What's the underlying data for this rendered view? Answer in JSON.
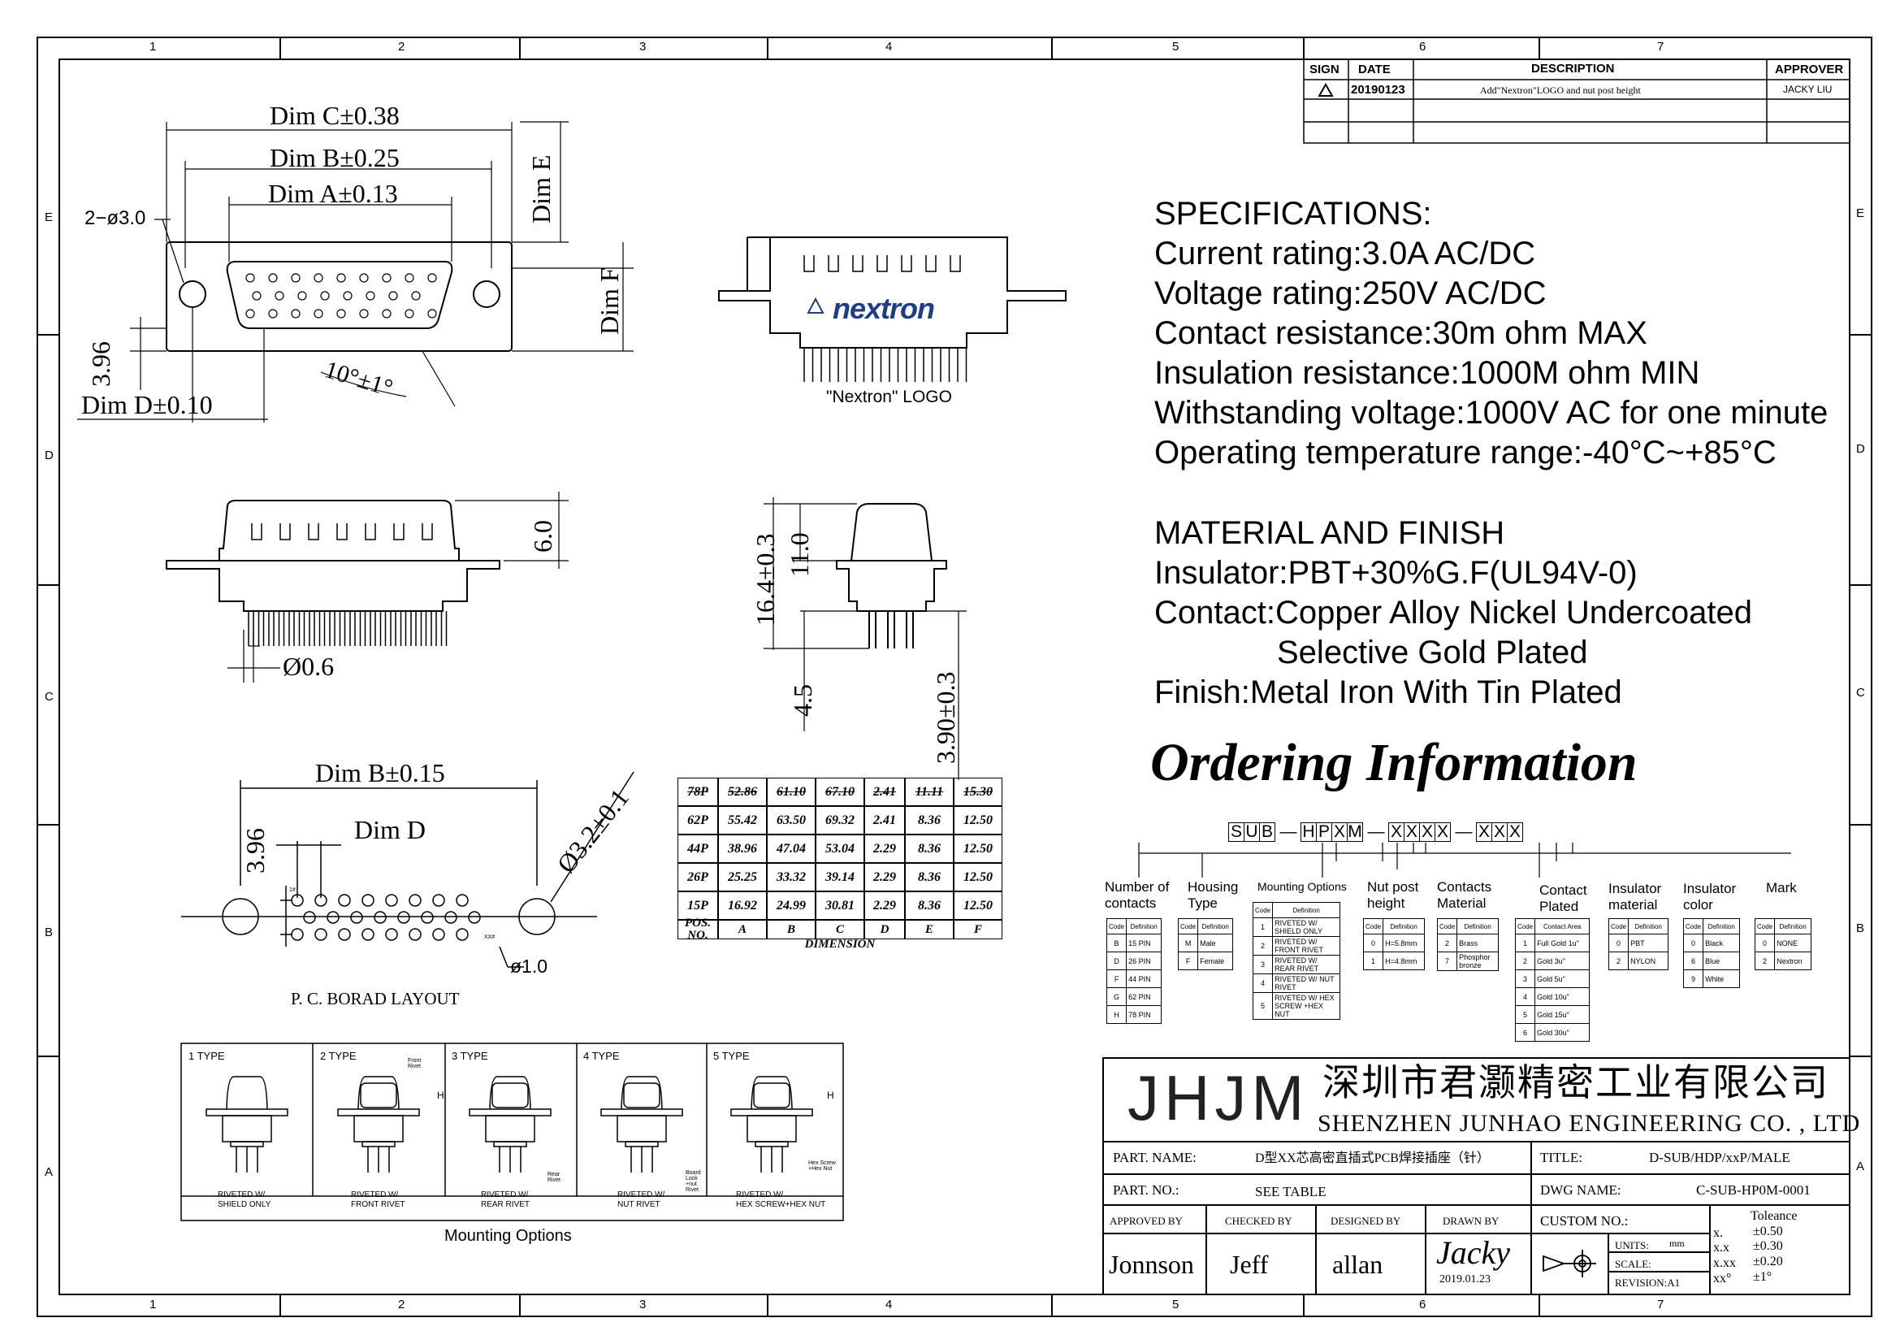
{
  "border": {
    "columns": [
      "1",
      "2",
      "3",
      "4",
      "5",
      "6",
      "7"
    ],
    "rows": [
      "E",
      "D",
      "C",
      "B",
      "A"
    ]
  },
  "revision_table": {
    "headers": [
      "SIGN",
      "DATE",
      "DESCRIPTION",
      "APPROVER"
    ],
    "row": {
      "date": "20190123",
      "description": "Add\"Nextron\"LOGO and nut post height",
      "approver": "JACKY LIU"
    }
  },
  "dims_top": {
    "dim_c": "Dim C±0.38",
    "dim_b": "Dim B±0.25",
    "dim_a": "Dim A±0.13",
    "hole": "2−ø3.0",
    "dim_e": "Dim E",
    "dim_f": "Dim F",
    "h396": "3.96",
    "dim_d": "Dim D±0.10",
    "angle": "10°±1°"
  },
  "logo_view": {
    "brand": "nextron",
    "caption": "\"Nextron\" LOGO"
  },
  "side_view": {
    "h60": "6.0",
    "pin": "Ø0.6"
  },
  "end_view": {
    "h164": "16.4±0.3",
    "h110": "11.0",
    "h45": "4.5",
    "h390": "3.90±0.3"
  },
  "pcb": {
    "dim_b": "Dim B±0.15",
    "dim_d": "Dim D",
    "h396": "3.96",
    "hole": "Ø3.2±0.1",
    "pin": "ø1.0",
    "caption": "P. C. BORAD LAYOUT",
    "l1": "1#",
    "l2": "XX#"
  },
  "dimension_table": {
    "headers": [
      "POS. NO.",
      "A",
      "B",
      "C",
      "D",
      "E",
      "F"
    ],
    "footer": "DIMENSION",
    "rows": [
      [
        "78P",
        "52.86",
        "61.10",
        "67.10",
        "2.41",
        "11.11",
        "15.30"
      ],
      [
        "62P",
        "55.42",
        "63.50",
        "69.32",
        "2.41",
        "8.36",
        "12.50"
      ],
      [
        "44P",
        "38.96",
        "47.04",
        "53.04",
        "2.29",
        "8.36",
        "12.50"
      ],
      [
        "26P",
        "25.25",
        "33.32",
        "39.14",
        "2.29",
        "8.36",
        "12.50"
      ],
      [
        "15P",
        "16.92",
        "24.99",
        "30.81",
        "2.29",
        "8.36",
        "12.50"
      ]
    ]
  },
  "specifications": {
    "title": "SPECIFICATIONS:",
    "lines": [
      "Current rating:3.0A AC/DC",
      "Voltage rating:250V AC/DC",
      "Contact resistance:30m ohm MAX",
      "Insulation resistance:1000M ohm MIN",
      "Withstanding voltage:1000V AC for one minute",
      "Operating temperature range:-40°C~+85°C"
    ]
  },
  "material": {
    "title": "MATERIAL AND FINISH",
    "lines": [
      "Insulator:PBT+30%G.F(UL94V-0)",
      "Contact:Copper Alloy Nickel Undercoated",
      "Selective Gold Plated",
      "Finish:Metal Iron With Tin Plated"
    ]
  },
  "ordering": {
    "title": "Ordering Information",
    "code": {
      "p1": [
        "S",
        "U",
        "B"
      ],
      "p2": [
        "H",
        "P",
        "X",
        "M"
      ],
      "p3": [
        "X",
        "X",
        "X",
        "X"
      ],
      "p4": [
        "X",
        "X",
        "X"
      ],
      "dash": "—"
    },
    "labels": {
      "contacts": "Number of contacts",
      "housing": "Housing Type",
      "mounting": "Mounting Options",
      "nut": "Nut post height",
      "cmat": "Contacts Material",
      "cplated": "Contact Plated",
      "imat": "Insulator material",
      "icolor": "Insulator color",
      "mark": "Mark"
    },
    "t_contacts": {
      "h": [
        "Code",
        "Definition"
      ],
      "rows": [
        [
          "B",
          "15 PIN"
        ],
        [
          "D",
          "26 PIN"
        ],
        [
          "F",
          "44 PIN"
        ],
        [
          "G",
          "62 PIN"
        ],
        [
          "H",
          "78 PIN"
        ]
      ]
    },
    "t_housing": {
      "h": [
        "Code",
        "Definition"
      ],
      "rows": [
        [
          "M",
          "Male"
        ],
        [
          "F",
          "Female"
        ]
      ]
    },
    "t_mount": {
      "h": [
        "Code",
        "Definition"
      ],
      "rows": [
        [
          "1",
          "RIVETED W/ SHIELD ONLY"
        ],
        [
          "2",
          "RIVETED W/ FRONT RIVET"
        ],
        [
          "3",
          "RIVETED W/ REAR RIVET"
        ],
        [
          "4",
          "RIVETED W/ NUT RIVET"
        ],
        [
          "5",
          "RIVETED W/ HEX SCREW +HEX NUT"
        ]
      ]
    },
    "t_nut": {
      "h": [
        "Code",
        "Definition"
      ],
      "rows": [
        [
          "0",
          "H=5.8mm"
        ],
        [
          "1",
          "H=4.8mm"
        ]
      ]
    },
    "t_cmat": {
      "h": [
        "Code",
        "Definition"
      ],
      "rows": [
        [
          "2",
          "Brass"
        ],
        [
          "7",
          "Phosphor bronze"
        ]
      ]
    },
    "t_cplated": {
      "h": [
        "Code",
        "Contact Area"
      ],
      "rows": [
        [
          "1",
          "Full Gold 1u\""
        ],
        [
          "2",
          "Gold 3u\""
        ],
        [
          "3",
          "Gold 5u\""
        ],
        [
          "4",
          "Gold 10u\""
        ],
        [
          "5",
          "Gold 15u\""
        ],
        [
          "6",
          "Gold 30u\""
        ]
      ]
    },
    "t_imat": {
      "h": [
        "Code",
        "Definition"
      ],
      "rows": [
        [
          "0",
          "PBT"
        ],
        [
          "2",
          "NYLON"
        ]
      ]
    },
    "t_icolor": {
      "h": [
        "Code",
        "Definition"
      ],
      "rows": [
        [
          "0",
          "Black"
        ],
        [
          "6",
          "Blue"
        ],
        [
          "9",
          "White"
        ]
      ]
    },
    "t_mark": {
      "h": [
        "Code",
        "Definition"
      ],
      "rows": [
        [
          "0",
          "NONE"
        ],
        [
          "2",
          "Nextron"
        ]
      ]
    }
  },
  "mounting_panel": {
    "title": "Mounting Options",
    "types": [
      {
        "label": "1  TYPE",
        "caption1": "RIVETED W/",
        "caption2": "SHIELD ONLY"
      },
      {
        "label": "2  TYPE",
        "caption1": "RIVETED W/",
        "caption2": "FRONT RIVET",
        "note": "Front Rivet"
      },
      {
        "label": "3  TYPE",
        "caption1": "RIVETED W/",
        "caption2": "REAR RIVET",
        "note": "Rear Rivet"
      },
      {
        "label": "4  TYPE",
        "caption1": "RIVETED W/",
        "caption2": "NUT RIVET",
        "note": "Board Lock +nut Rivet"
      },
      {
        "label": "5  TYPE",
        "caption1": "RIVETED W/",
        "caption2": "HEX SCREW+HEX NUT",
        "note": "Hex Screw +Hex Nut"
      }
    ],
    "h": "H"
  },
  "title_block": {
    "logo": "JHJM",
    "company_cn": "深圳市君灏精密工业有限公司",
    "company_en": "SHENZHEN  JUNHAO  ENGINEERING  CO. , LTD",
    "part_name_label": "PART. NAME:",
    "part_name": "D型XX芯高密直插式PCB焊接插座（针）",
    "title_label": "TITLE:",
    "title": "D-SUB/HDP/xxP/MALE",
    "part_no_label": "PART. NO.:",
    "part_no": "SEE TABLE",
    "dwg_label": "DWG NAME:",
    "dwg": "C-SUB-HP0M-0001",
    "approved_label": "APPROVED BY",
    "checked_label": "CHECKED BY",
    "designed_label": "DESIGNED BY",
    "drawn_label": "DRAWN BY",
    "approved": "Jonnson",
    "checked": "Jeff",
    "designed": "allan",
    "drawn": "Jacky",
    "drawn_date": "2019.01.23",
    "custom_label": "CUSTOM NO.:",
    "units_label": "UNITS:",
    "units": "mm",
    "scale_label": "SCALE:",
    "revision_label": "REVISION:A1",
    "tol_title": "Toleance",
    "tol": [
      [
        "x.",
        "±0.50"
      ],
      [
        "x.x",
        "±0.30"
      ],
      [
        "x.xx",
        "±0.20"
      ],
      [
        "xx°",
        "±1°"
      ]
    ]
  }
}
